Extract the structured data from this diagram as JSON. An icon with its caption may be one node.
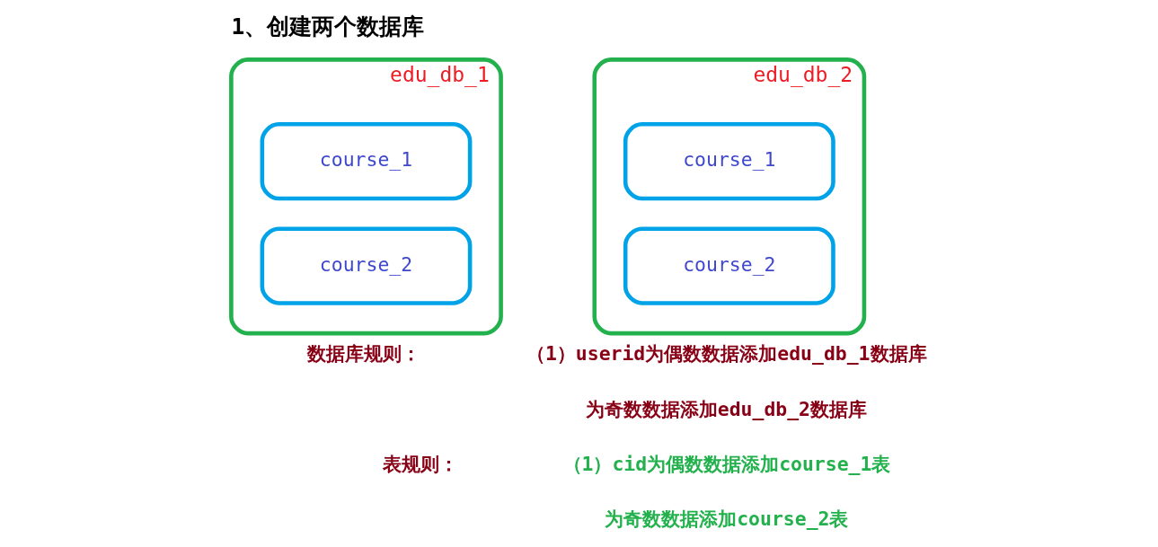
{
  "diagram": {
    "title": "1、创建两个数据库",
    "nodes": [
      {
        "text": [
          "edu_db_1"
        ]
      },
      {
        "text": [
          "course_1"
        ],
        "in": 0
      },
      {
        "text": [
          "course_2"
        ],
        "in": 0
      },
      {
        "text": [
          "edu_db_2"
        ]
      },
      {
        "text": [
          "course_1"
        ],
        "in": 3
      },
      {
        "text": [
          "course_2"
        ],
        "in": 3
      }
    ],
    "labels": [
      "数据库规则：",
      "（1）userid为偶数数据添加edu_db_1数据库",
      "为奇数数据添加edu_db_2数据库",
      "表规则：",
      "（1）cid为偶数数据添加course_1表",
      "为奇数数据添加course_2表"
    ]
  }
}
